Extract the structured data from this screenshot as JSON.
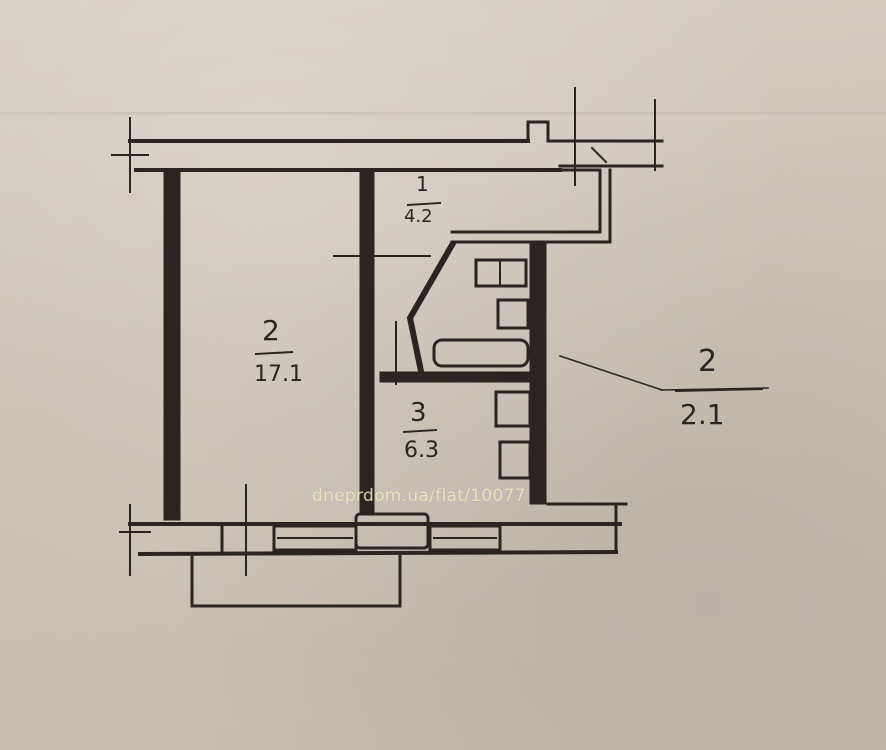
{
  "rooms": [
    {
      "number": "1",
      "area": "4.2"
    },
    {
      "number": "2",
      "area": "17.1"
    },
    {
      "number": "3",
      "area": "6.3"
    }
  ],
  "callout": {
    "number": "2",
    "area": "2.1"
  },
  "watermark": "dneprdom.ua/flat/10077",
  "colors": {
    "ink": "#2a2522",
    "paper": "#cfc6bb",
    "watermark": "#f5f0c8"
  }
}
